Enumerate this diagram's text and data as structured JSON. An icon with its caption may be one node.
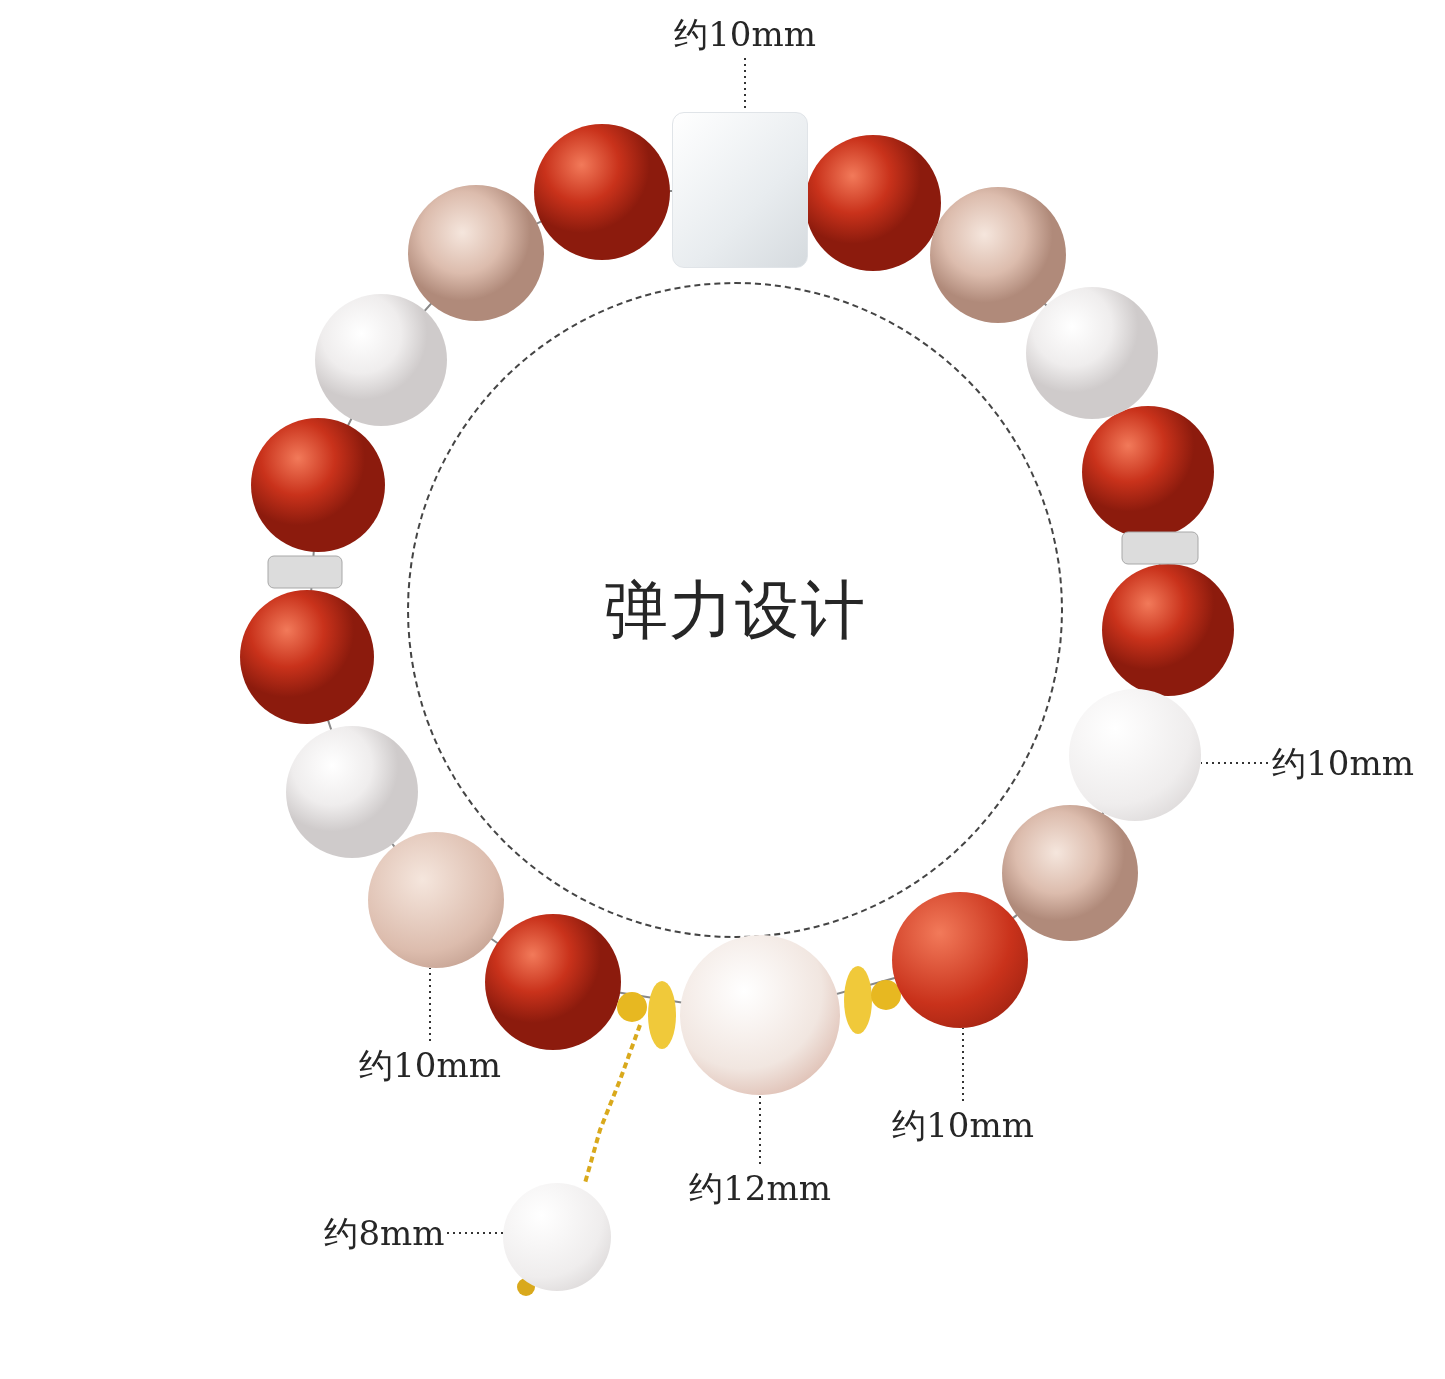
{
  "diagram": {
    "nodes": [
      {
        "text": [
          "约10mm"
        ]
      },
      {
        "text": [],
        "shape": "box"
      },
      {
        "text": [
          "弹力设计"
        ]
      },
      {
        "text": [
          "约10mm"
        ]
      },
      {
        "text": [],
        "shape": "circle"
      },
      {
        "text": [
          "约10mm"
        ]
      },
      {
        "text": [],
        "shape": "circle"
      },
      {
        "text": [
          "约10mm"
        ]
      },
      {
        "text": [],
        "shape": "circle"
      },
      {
        "text": [
          "约12mm"
        ]
      },
      {
        "text": [],
        "shape": "circle"
      },
      {
        "text": [
          "约8mm"
        ]
      },
      {
        "text": [],
        "shape": "circle"
      }
    ],
    "edges": [
      {
        "from": 0,
        "to": 1,
        "arrow": "none",
        "style": "dashed"
      },
      {
        "from": 3,
        "to": 4,
        "arrow": "none",
        "style": "dashed"
      },
      {
        "from": 5,
        "to": 6,
        "arrow": "none",
        "style": "dashed"
      },
      {
        "from": 7,
        "to": 8,
        "arrow": "none",
        "style": "dashed"
      },
      {
        "from": 9,
        "to": 10,
        "arrow": "none",
        "style": "dashed"
      },
      {
        "from": 11,
        "to": 12,
        "arrow": "none",
        "style": "dashed"
      }
    ]
  }
}
